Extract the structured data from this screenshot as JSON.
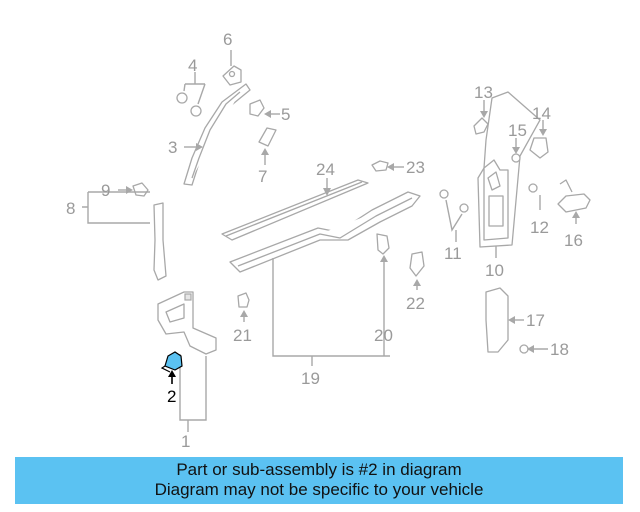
{
  "callouts": {
    "c1": "1",
    "c2": "2",
    "c3": "3",
    "c4": "4",
    "c5": "5",
    "c6": "6",
    "c7": "7",
    "c8": "8",
    "c9": "9",
    "c10": "10",
    "c11": "11",
    "c12": "12",
    "c13": "13",
    "c14": "14",
    "c15": "15",
    "c16": "16",
    "c17": "17",
    "c18": "18",
    "c19": "19",
    "c20": "20",
    "c21": "21",
    "c22": "22",
    "c23": "23",
    "c24": "24"
  },
  "highlighted_part": "2",
  "colors": {
    "highlight_fill": "#5bc2f2",
    "banner_bg": "#5bc2f2",
    "line_gray": "#a8a8a8"
  },
  "banner": {
    "line1": "Part or sub-assembly is #2 in diagram",
    "line2": "Diagram may not be specific to your vehicle"
  }
}
